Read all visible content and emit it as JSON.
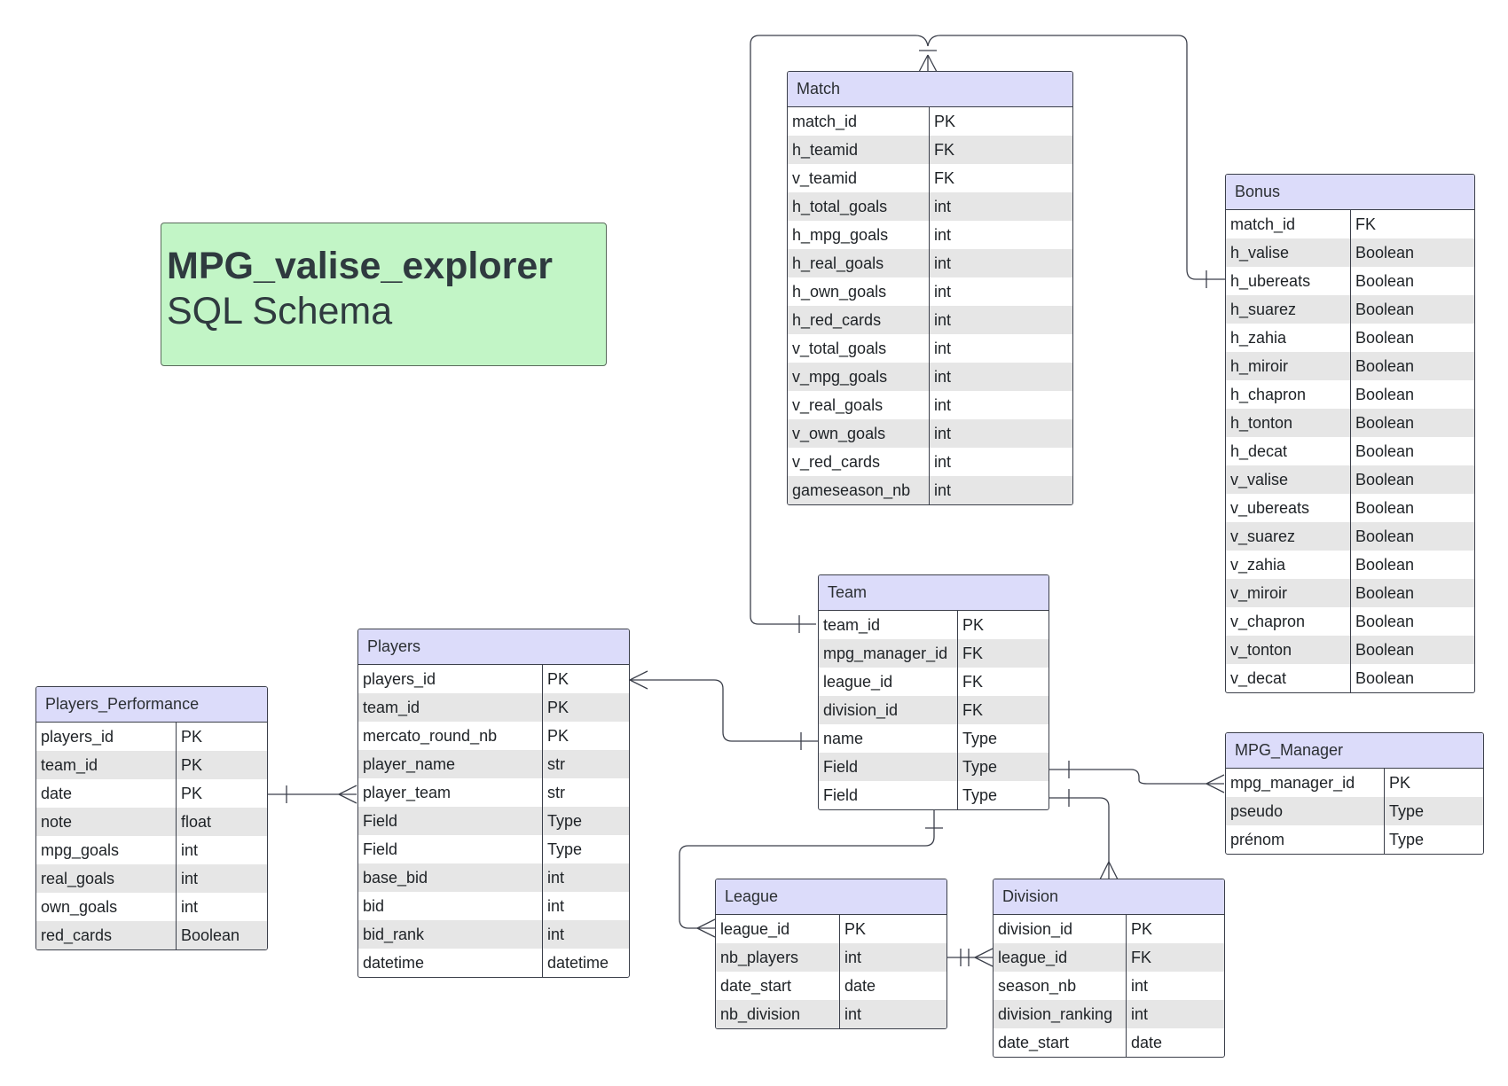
{
  "title": {
    "line1": "MPG_valise_explorer",
    "line2": "SQL Schema"
  },
  "colors": {
    "header_bg": "#dcdcfa",
    "title_bg": "#c2f5c6",
    "row_alt": "#e6e6e6",
    "border": "#3b3f4a"
  },
  "entities": [
    {
      "key": "match",
      "name": "Match",
      "rows": [
        [
          "match_id",
          "PK"
        ],
        [
          "h_teamid",
          "FK"
        ],
        [
          "v_teamid",
          "FK"
        ],
        [
          "h_total_goals",
          "int"
        ],
        [
          "h_mpg_goals",
          "int"
        ],
        [
          "h_real_goals",
          "int"
        ],
        [
          "h_own_goals",
          "int"
        ],
        [
          "h_red_cards",
          "int"
        ],
        [
          "v_total_goals",
          "int"
        ],
        [
          "v_mpg_goals",
          "int"
        ],
        [
          "v_real_goals",
          "int"
        ],
        [
          "v_own_goals",
          "int"
        ],
        [
          "v_red_cards",
          "int"
        ],
        [
          "gameseason_nb",
          "int"
        ]
      ]
    },
    {
      "key": "bonus",
      "name": "Bonus",
      "rows": [
        [
          "match_id",
          "FK"
        ],
        [
          "h_valise",
          "Boolean"
        ],
        [
          "h_ubereats",
          "Boolean"
        ],
        [
          "h_suarez",
          "Boolean"
        ],
        [
          "h_zahia",
          "Boolean"
        ],
        [
          "h_miroir",
          "Boolean"
        ],
        [
          "h_chapron",
          "Boolean"
        ],
        [
          "h_tonton",
          "Boolean"
        ],
        [
          "h_decat",
          "Boolean"
        ],
        [
          "v_valise",
          "Boolean"
        ],
        [
          "v_ubereats",
          "Boolean"
        ],
        [
          "v_suarez",
          "Boolean"
        ],
        [
          "v_zahia",
          "Boolean"
        ],
        [
          "v_miroir",
          "Boolean"
        ],
        [
          "v_chapron",
          "Boolean"
        ],
        [
          "v_tonton",
          "Boolean"
        ],
        [
          "v_decat",
          "Boolean"
        ]
      ]
    },
    {
      "key": "team",
      "name": "Team",
      "rows": [
        [
          "team_id",
          "PK"
        ],
        [
          "mpg_manager_id",
          "FK"
        ],
        [
          "league_id",
          "FK"
        ],
        [
          "division_id",
          "FK"
        ],
        [
          "name",
          "Type"
        ],
        [
          "Field",
          "Type"
        ],
        [
          "Field",
          "Type"
        ]
      ]
    },
    {
      "key": "players",
      "name": "Players",
      "rows": [
        [
          "players_id",
          "PK"
        ],
        [
          "team_id",
          "PK"
        ],
        [
          "mercato_round_nb",
          "PK"
        ],
        [
          "player_name",
          "str"
        ],
        [
          "player_team",
          "str"
        ],
        [
          "Field",
          "Type"
        ],
        [
          "Field",
          "Type"
        ],
        [
          "base_bid",
          "int"
        ],
        [
          "bid",
          "int"
        ],
        [
          "bid_rank",
          "int"
        ],
        [
          "datetime",
          "datetime"
        ]
      ]
    },
    {
      "key": "players_performance",
      "name": "Players_Performance",
      "rows": [
        [
          "players_id",
          "PK"
        ],
        [
          "team_id",
          "PK"
        ],
        [
          "date",
          "PK"
        ],
        [
          "note",
          "float"
        ],
        [
          "mpg_goals",
          "int"
        ],
        [
          "real_goals",
          "int"
        ],
        [
          "own_goals",
          "int"
        ],
        [
          "red_cards",
          "Boolean"
        ]
      ]
    },
    {
      "key": "mpg_manager",
      "name": "MPG_Manager",
      "rows": [
        [
          "mpg_manager_id",
          "PK"
        ],
        [
          "pseudo",
          "Type"
        ],
        [
          "prénom",
          "Type"
        ]
      ]
    },
    {
      "key": "league",
      "name": "League",
      "rows": [
        [
          "league_id",
          "PK"
        ],
        [
          "nb_players",
          "int"
        ],
        [
          "date_start",
          "date"
        ],
        [
          "nb_division",
          "int"
        ]
      ]
    },
    {
      "key": "division",
      "name": "Division",
      "rows": [
        [
          "division_id",
          "PK"
        ],
        [
          "league_id",
          "FK"
        ],
        [
          "season_nb",
          "int"
        ],
        [
          "division_ranking",
          "int"
        ],
        [
          "date_start",
          "date"
        ]
      ]
    }
  ]
}
